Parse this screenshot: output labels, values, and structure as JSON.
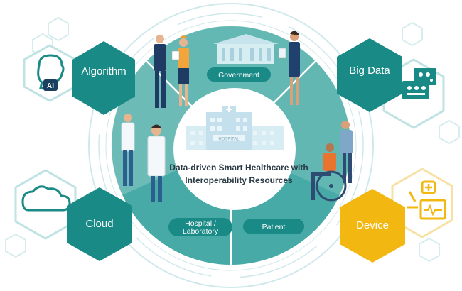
{
  "center": {
    "title_line1": "Data-driven Smart Healthcare with",
    "title_line2": "Interoperability Resources",
    "building_sign": "HOSPITAL"
  },
  "segments": [
    {
      "id": "government",
      "label": "Government"
    },
    {
      "id": "hospital",
      "label_line1": "Hospital /",
      "label_line2": "Laboratory"
    },
    {
      "id": "patient",
      "label": "Patient"
    }
  ],
  "resources": [
    {
      "id": "algorithm",
      "label": "Algorithm",
      "icon": "ai-brain-icon",
      "color": "#1a8a87"
    },
    {
      "id": "big-data",
      "label": "Big Data",
      "icon": "data-dashboard-icon",
      "color": "#1a8a87"
    },
    {
      "id": "cloud",
      "label": "Cloud",
      "icon": "cloud-icon",
      "color": "#1a8a87"
    },
    {
      "id": "device",
      "label": "Device",
      "icon": "medical-device-icon",
      "color": "#f2b711"
    }
  ],
  "icon_texts": {
    "ai": "AI"
  },
  "colors": {
    "teal_dark": "#1a8a87",
    "teal_mid": "#48aaa6",
    "teal_light": "#a9d8d5",
    "ring": "#cfe8ec",
    "device_yellow": "#f2b711"
  }
}
